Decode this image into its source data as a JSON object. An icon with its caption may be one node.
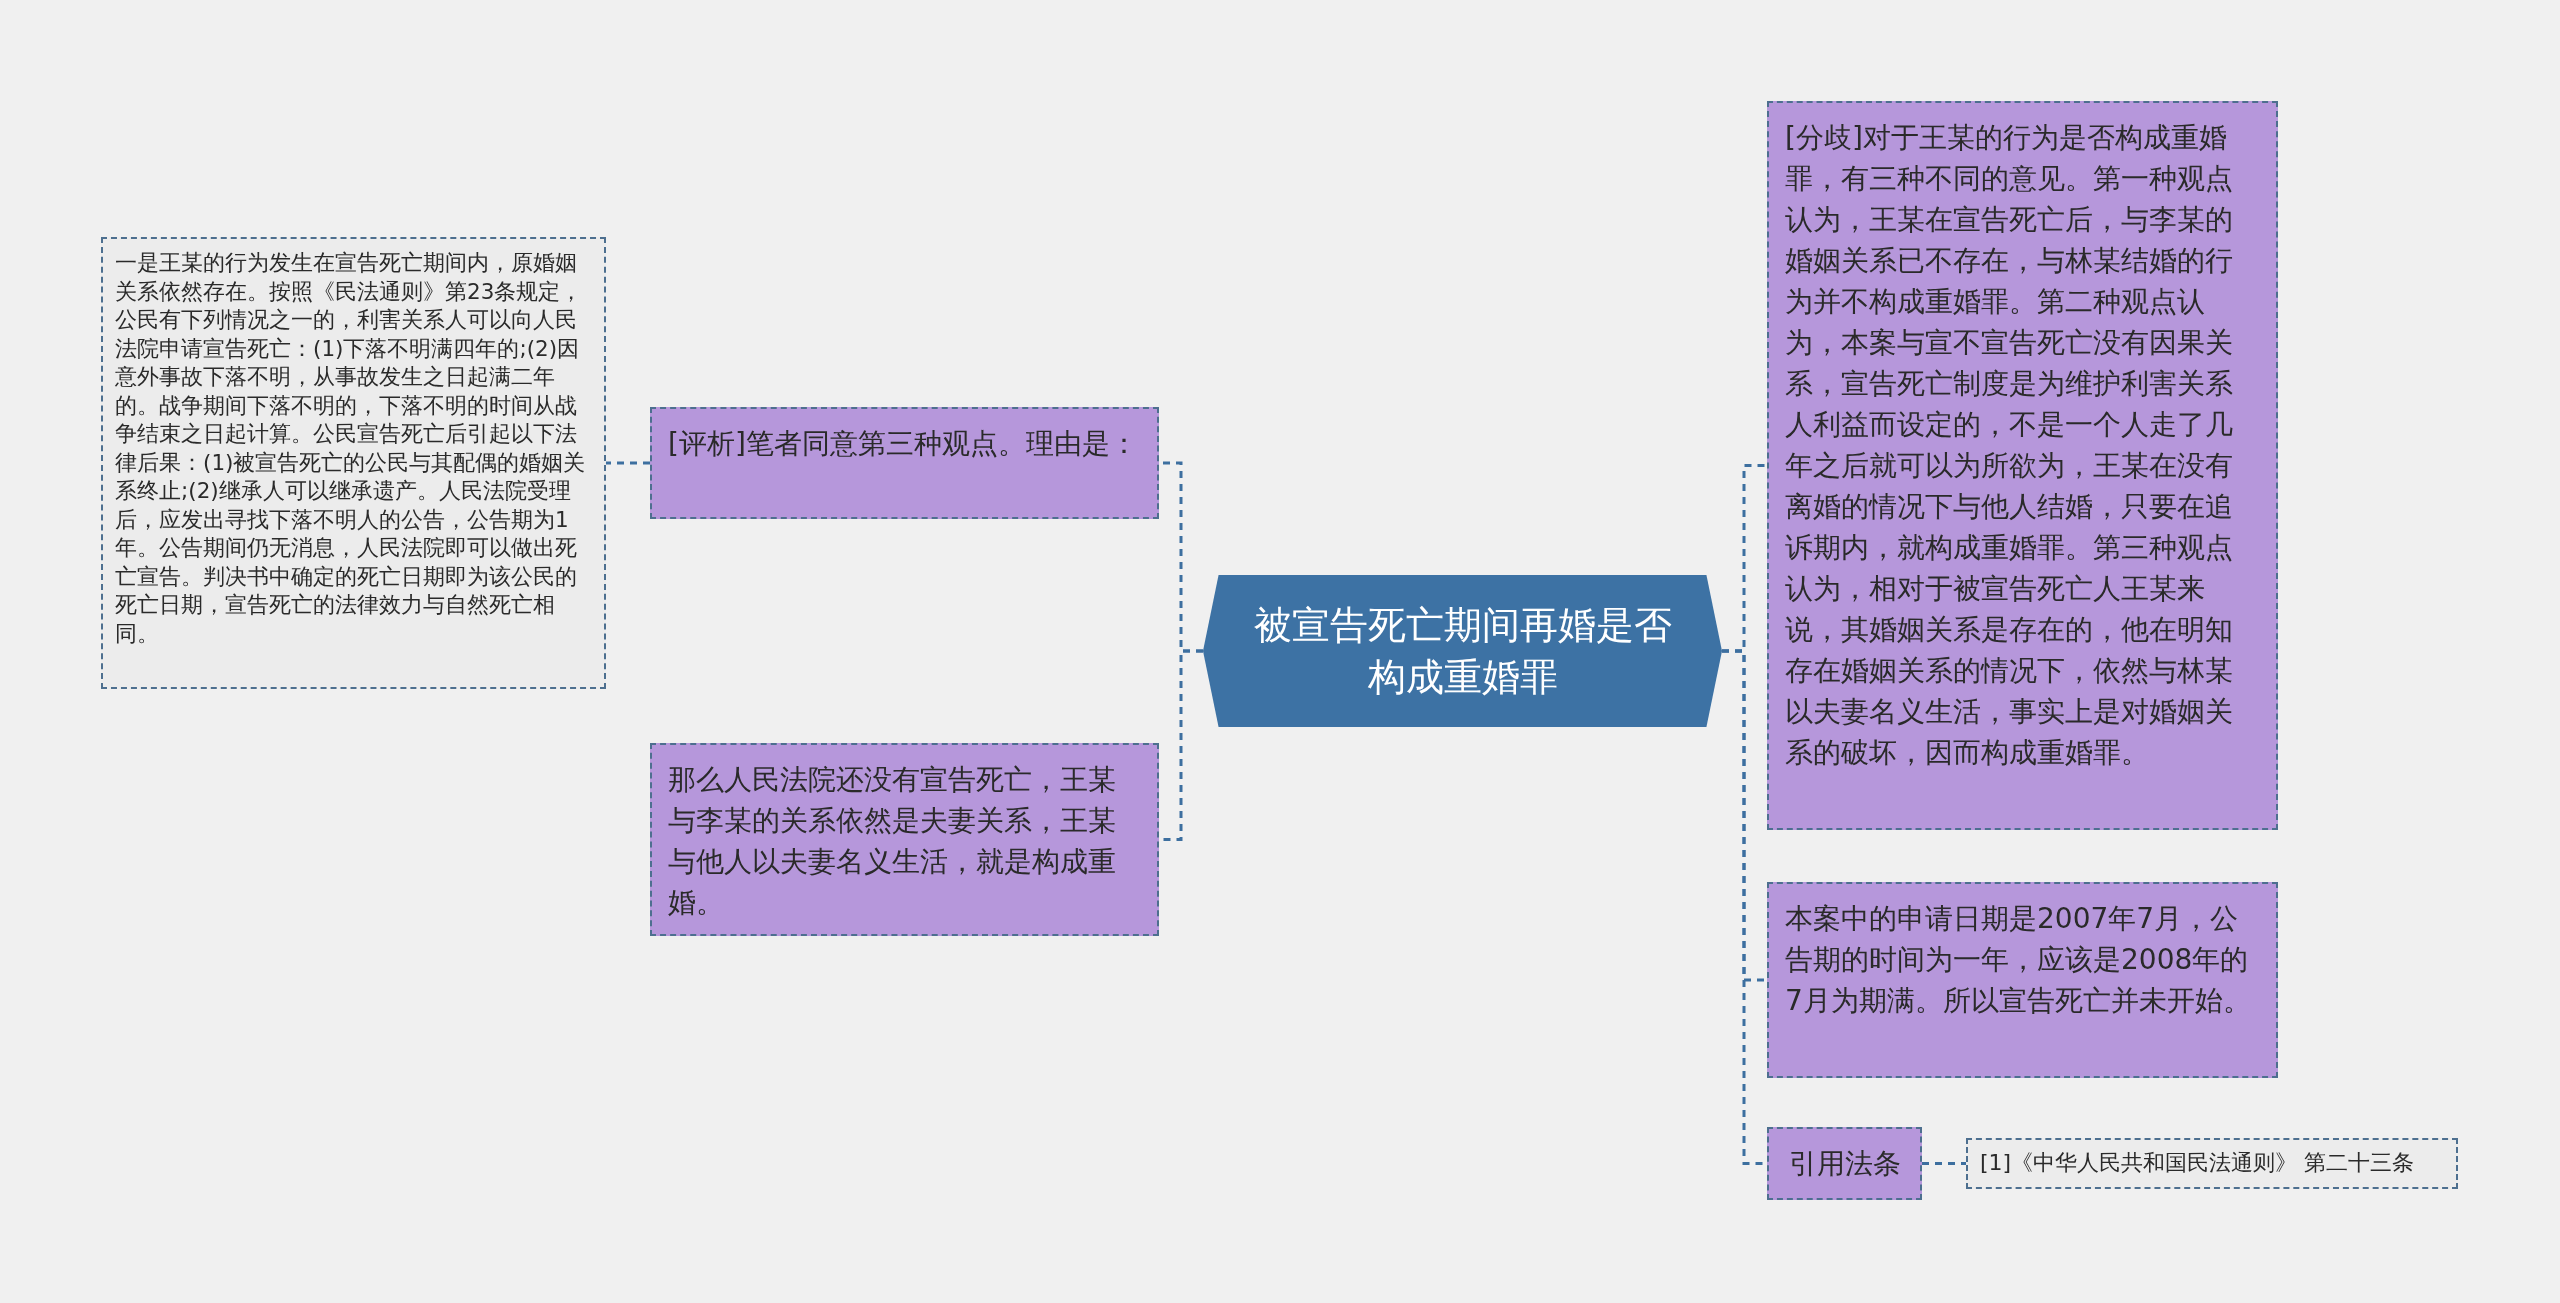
{
  "diagram": {
    "nodes": [
      {
        "text": [
          "被宣告死亡期间再婚是否构成重婚罪"
        ]
      },
      {
        "text": [
          "[评析]笔者同意第三种观点。理由是："
        ]
      },
      {
        "text": [
          "一是王某的行为发生在宣告死亡期间内，原婚姻关系依然存在。按照《民法通则》第23条规定，公民有下列情况之一的，利害关系人可以向人民法院申请宣告死亡：(1)下落不明满四年的;(2)因意外事故下落不明，从事故发生之日起满二年的。战争期间下落不明的，下落不明的时间从战争结束之日起计算。公民宣告死亡后引起以下法律后果：(1)被宣告死亡的公民与其配偶的婚姻关系终止;(2)继承人可以继承遗产。人民法院受理后，应发出寻找下落不明人的公告，公告期为1年。公告期间仍无消息，人民法院即可以做出死亡宣告。判决书中确定的死亡日期即为该公民的死亡日期，宣告死亡的法律效力与自然死亡相同。"
        ]
      },
      {
        "text": [
          "那么人民法院还没有宣告死亡，王某与李某的关系依然是夫妻关系，王某与他人以夫妻名义生活，就是构成重婚。"
        ]
      },
      {
        "text": [
          "[分歧]对于王某的行为是否构成重婚罪，有三种不同的意见。第一种观点认为，王某在宣告死亡后，与李某的婚姻关系已不存在，与林某结婚的行为并不构成重婚罪。第二种观点认为，本案与宣不宣告死亡没有因果关系，宣告死亡制度是为维护利害关系人利益而设定的，不是一个人走了几年之后就可以为所欲为，王某在没有离婚的情况下与他人结婚，只要在追诉期内，就构成重婚罪。第三种观点认为，相对于被宣告死亡人王某来说，其婚姻关系是存在的，他在明知存在婚姻关系的情况下，依然与林某以夫妻名义生活，事实上是对婚姻关系的破坏，因而构成重婚罪。"
        ]
      },
      {
        "text": [
          "本案中的申请日期是2007年7月，公告期的时间为一年，应该是2008年的7月为期满。所以宣告死亡并未开始。"
        ]
      },
      {
        "text": [
          "引用法条"
        ]
      },
      {
        "text": [
          "[1]《中华人民共和国民法通则》 第二十三条"
        ]
      }
    ],
    "edges": [
      {
        "from": 0,
        "to": 1,
        "arrow": "none",
        "style": "dashed"
      },
      {
        "from": 1,
        "to": 2,
        "arrow": "none",
        "style": "dashed"
      },
      {
        "from": 0,
        "to": 3,
        "arrow": "none",
        "style": "dashed"
      },
      {
        "from": 0,
        "to": 4,
        "arrow": "none",
        "style": "dashed"
      },
      {
        "from": 0,
        "to": 5,
        "arrow": "none",
        "style": "dashed"
      },
      {
        "from": 0,
        "to": 6,
        "arrow": "none",
        "style": "dashed"
      },
      {
        "from": 6,
        "to": 7,
        "arrow": "none",
        "style": "dashed"
      }
    ]
  }
}
